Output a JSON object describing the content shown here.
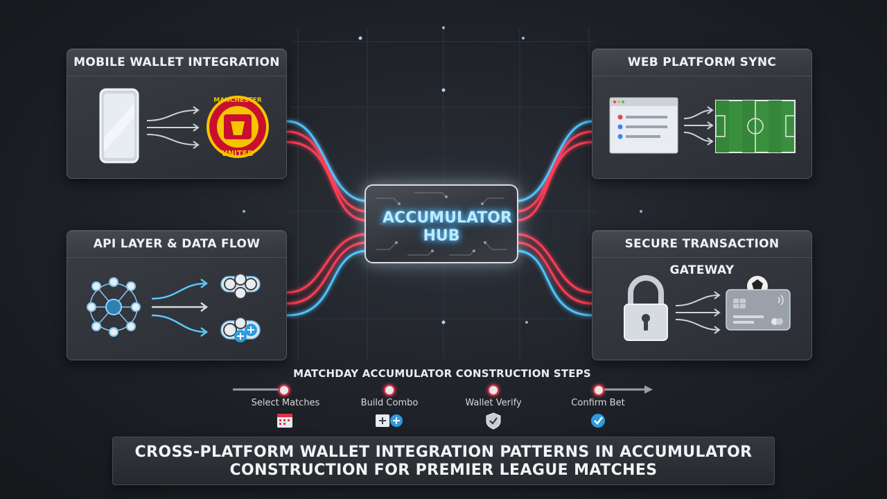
{
  "panels": {
    "mobile": {
      "title": "MOBILE WALLET INTEGRATION"
    },
    "web": {
      "title": "WEB PLATFORM SYNC"
    },
    "api": {
      "title": "API LAYER & DATA FLOW"
    },
    "secure": {
      "title": "SECURE TRANSACTION GATEWAY"
    }
  },
  "hub": {
    "line1": "ACCUMULATOR",
    "line2": "HUB"
  },
  "steps": {
    "title": "MATCHDAY ACCUMULATOR CONSTRUCTION STEPS",
    "items": [
      {
        "label": "Select Matches",
        "icon": "calendar-icon"
      },
      {
        "label": "Build Combo",
        "icon": "combo-icon"
      },
      {
        "label": "Wallet Verify",
        "icon": "shield-check-icon"
      },
      {
        "label": "Confirm Bet",
        "icon": "check-badge-icon"
      }
    ]
  },
  "banner": {
    "line1": "CROSS-PLATFORM WALLET INTEGRATION PATTERNS IN ACCUMULATOR",
    "line2": "CONSTRUCTION FOR PREMIER LEAGUE MATCHES"
  },
  "logo_text": {
    "top": "MANCHESTER",
    "bottom": "UNITED"
  },
  "colors": {
    "blue_line": "#4fc3ff",
    "red_line": "#ff3d55",
    "background": "#1d2026",
    "panel": "#33363c"
  }
}
